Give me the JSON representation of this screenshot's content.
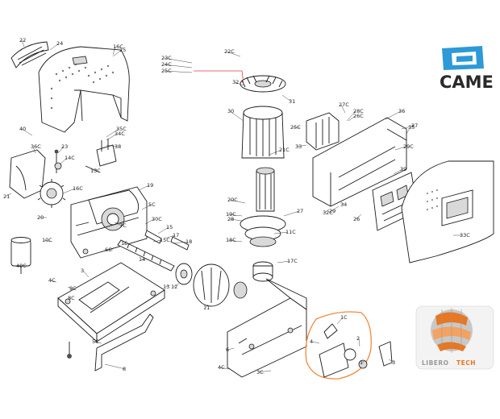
{
  "brand": {
    "name": "CAME",
    "color": "#2c9ad6",
    "text_color": "#2a2a2a"
  },
  "watermark": {
    "text_prefix": "LIBERO",
    "text_suffix": "TECH",
    "accent_color": "#e87722"
  },
  "highlight_color": "#f28a3a",
  "part_labels": [
    "25",
    "24",
    "22",
    "16C",
    "36C",
    "40",
    "35C",
    "34C",
    "38",
    "13C",
    "23",
    "14C",
    "21",
    "16C",
    "20",
    "19",
    "5C",
    "7C",
    "30C",
    "18",
    "17",
    "15",
    "15C",
    "16",
    "10C",
    "6C",
    "14",
    "40C",
    "12",
    "13",
    "11",
    "4C",
    "9C",
    "8C",
    "3",
    "6",
    "5C",
    "8",
    "4C",
    "3C",
    "23C",
    "24C",
    "25C",
    "22C",
    "32",
    "31",
    "30",
    "21C",
    "28C",
    "29C",
    "20C",
    "27",
    "33",
    "19C",
    "28",
    "18C",
    "17C",
    "11C",
    "26",
    "36",
    "37",
    "35",
    "25C",
    "27C",
    "26C",
    "29",
    "34",
    "39",
    "33C",
    "32C",
    "1C",
    "2",
    "1",
    "4",
    "3"
  ]
}
